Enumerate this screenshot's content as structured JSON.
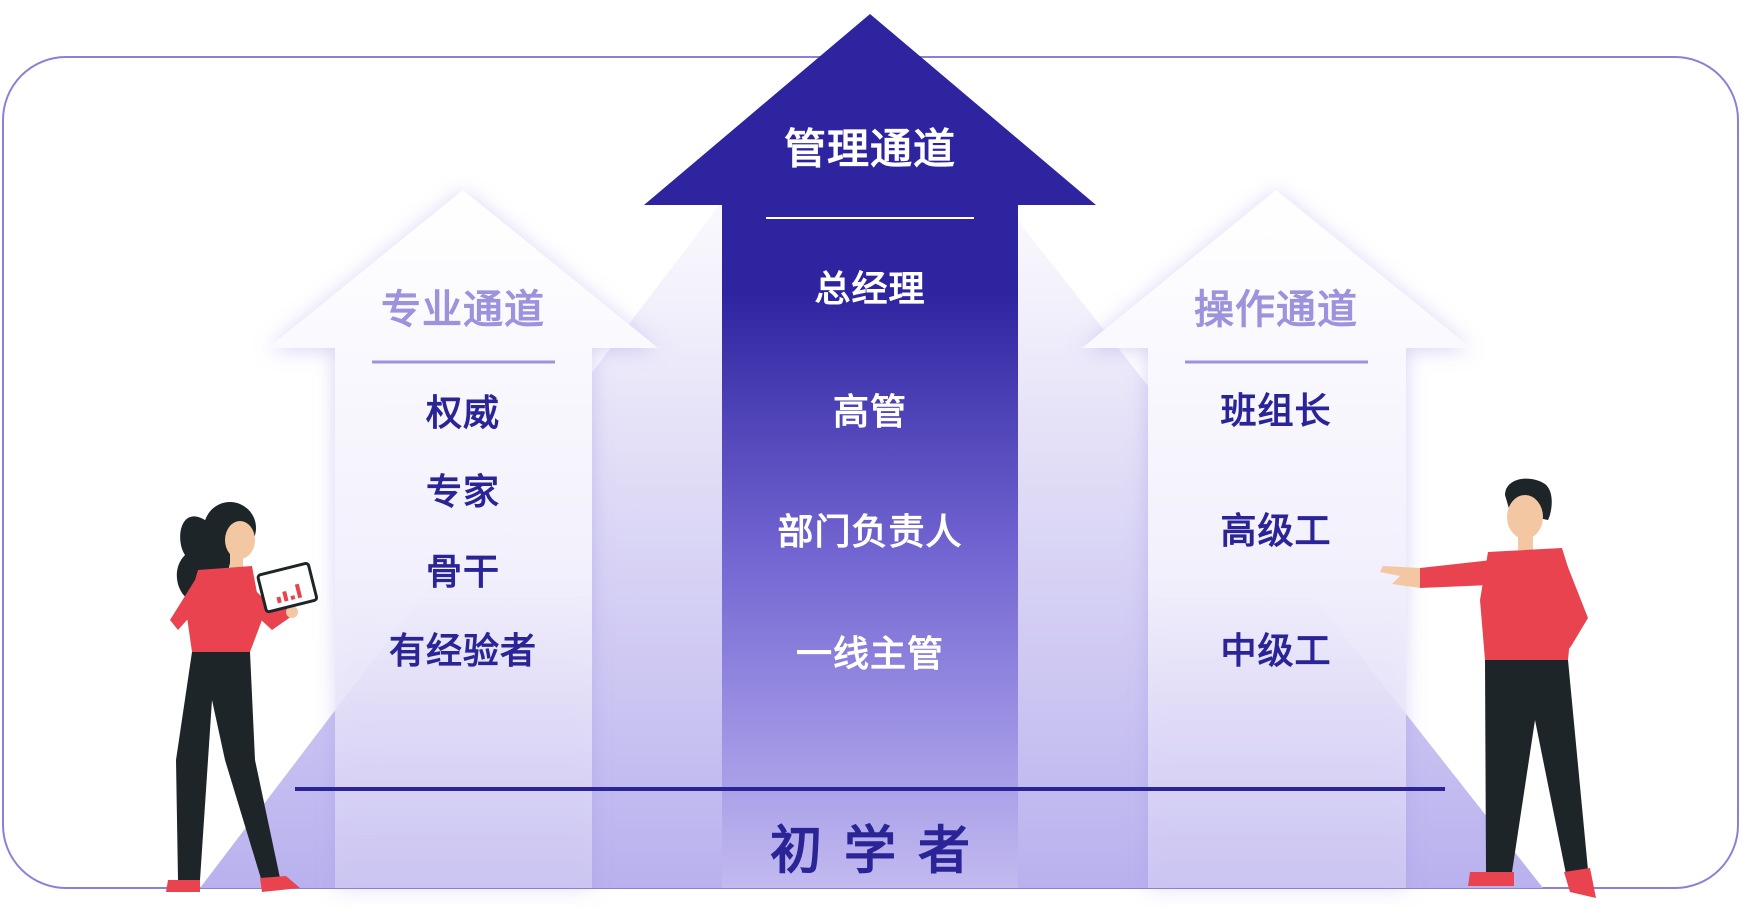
{
  "channels": {
    "professional": {
      "title": "专业通道",
      "levels": [
        "权威",
        "专家",
        "骨干",
        "有经验者"
      ]
    },
    "management": {
      "title": "管理通道",
      "levels": [
        "总经理",
        "高管",
        "部门负责人",
        "一线主管"
      ]
    },
    "operation": {
      "title": "操作通道",
      "levels": [
        "班组长",
        "高级工",
        "中级工"
      ]
    }
  },
  "base": {
    "label": "初学者"
  },
  "colors": {
    "main_arrow": "#2e24a0",
    "side_title": "#9d93dc",
    "level_text": "#2a2497",
    "frame": "#8b7fd8",
    "shirt": "#e8434f",
    "pants": "#1d2528"
  }
}
